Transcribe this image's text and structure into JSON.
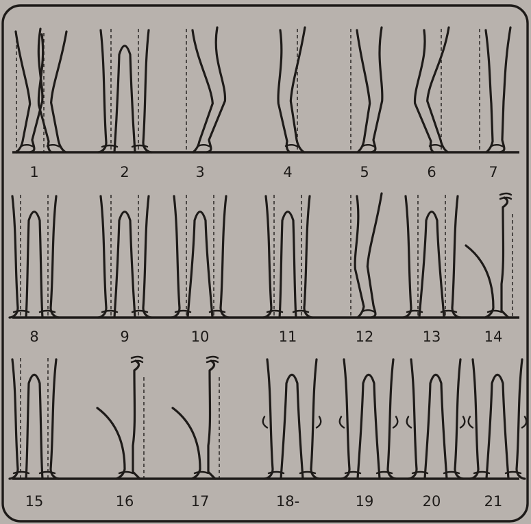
{
  "figure": {
    "colors": {
      "ink": "#1e1b19",
      "paper": "#b8b2ad"
    },
    "rows": [
      {
        "ground_line": true,
        "panels": [
          {
            "label": "1",
            "view": "front-pair-narrow"
          },
          {
            "label": "2",
            "view": "front-pair"
          },
          {
            "label": "3",
            "view": "side-single"
          },
          {
            "label": "4",
            "view": "side-single"
          },
          {
            "label": "5",
            "view": "side-single"
          },
          {
            "label": "6",
            "view": "side-single"
          },
          {
            "label": "7",
            "view": "side-single"
          }
        ]
      },
      {
        "ground_line": true,
        "panels": [
          {
            "label": "8",
            "view": "front-pair"
          },
          {
            "label": "9",
            "view": "front-pair"
          },
          {
            "label": "10",
            "view": "front-pair"
          },
          {
            "label": "11",
            "view": "front-pair"
          },
          {
            "label": "12",
            "view": "side-single"
          },
          {
            "label": "13",
            "view": "front-pair"
          },
          {
            "label": "14",
            "view": "side-bent"
          }
        ]
      },
      {
        "ground_line": true,
        "panels": [
          {
            "label": "15",
            "view": "front-pair"
          },
          {
            "label": "16",
            "view": "side-bent"
          },
          {
            "label": "17",
            "view": "side-bent"
          },
          {
            "label": "18-",
            "view": "hind-pair"
          },
          {
            "label": "19",
            "view": "hind-pair"
          },
          {
            "label": "20",
            "view": "hind-pair"
          },
          {
            "label": "21",
            "view": "hind-pair"
          }
        ]
      }
    ]
  }
}
